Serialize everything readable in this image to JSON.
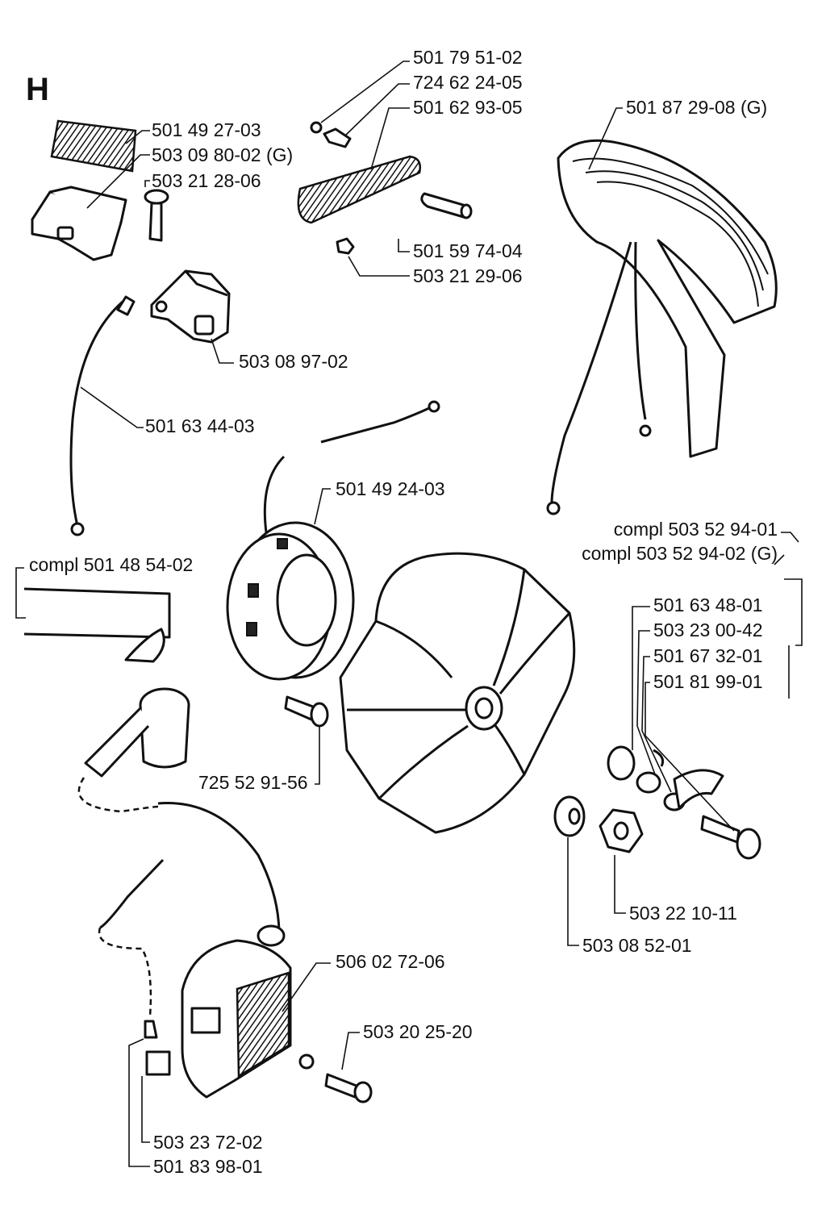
{
  "section": "H",
  "labels": {
    "p1": "501 79 51-02",
    "p2": "724 62 24-05",
    "p3": "501 62 93-05",
    "p4": "501 87 29-08 (G)",
    "p5": "501 49 27-03",
    "p6": "503 09 80-02 (G)",
    "p7": "503 21 28-06",
    "p8": "501 59 74-04",
    "p9": "503 21 29-06",
    "p10": "503 08 97-02",
    "p11": "501 63 44-03",
    "p12": "501 49 24-03",
    "p13": "compl 503 52 94-01",
    "p14": "compl 503 52 94-02 (G)",
    "p15": "compl 501 48 54-02",
    "p16": "501 63 48-01",
    "p17": "503 23 00-42",
    "p18": "501 67 32-01",
    "p19": "501 81 99-01",
    "p20": "725 52 91-56",
    "p21": "503 22 10-11",
    "p22": "503 08 52-01",
    "p23": "506 02 72-06",
    "p24": "503 20 25-20",
    "p25": "503 23 72-02",
    "p26": "501 83 98-01"
  }
}
